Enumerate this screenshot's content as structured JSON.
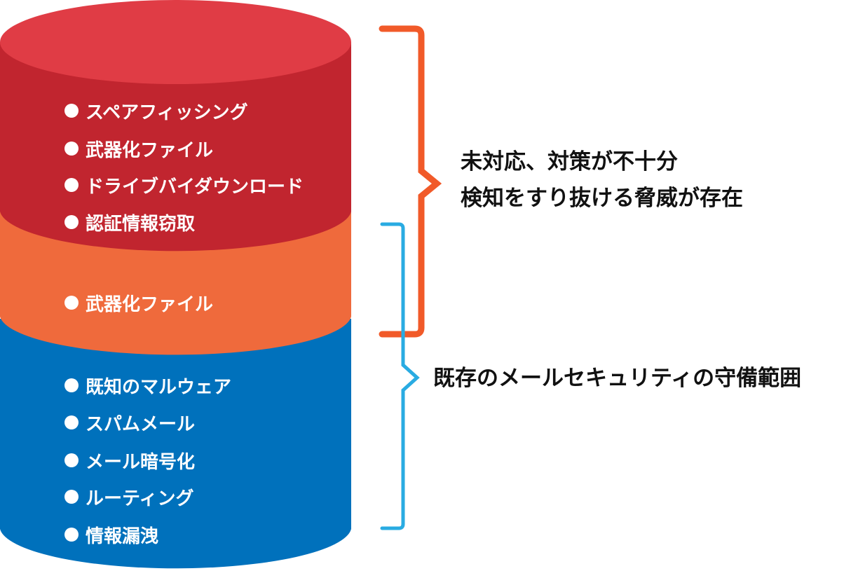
{
  "colors": {
    "red_top": "#e03c45",
    "red_body": "#c1252f",
    "orange_body": "#ef6a3c",
    "blue_body": "#0071bc",
    "orange_bracket": "#f15a29",
    "blue_bracket": "#29abe2",
    "text_light": "#ffffff",
    "text_dark": "#111111"
  },
  "layers": [
    {
      "name": "red",
      "items": [
        "スペアフィッシング",
        "武器化ファイル",
        "ドライブバイダウンロード",
        "認証情報窃取"
      ]
    },
    {
      "name": "orange",
      "items": [
        "武器化ファイル"
      ]
    },
    {
      "name": "blue",
      "items": [
        "既知のマルウェア",
        "スパムメール",
        "メール暗号化",
        "ルーティング",
        "情報漏洩"
      ]
    }
  ],
  "annotations": {
    "threat": {
      "line1": "未対応、対策が不十分",
      "line2": "検知をすり抜ける脅威が存在"
    },
    "coverage": {
      "line1": "既存のメールセキュリティの守備範囲"
    }
  }
}
